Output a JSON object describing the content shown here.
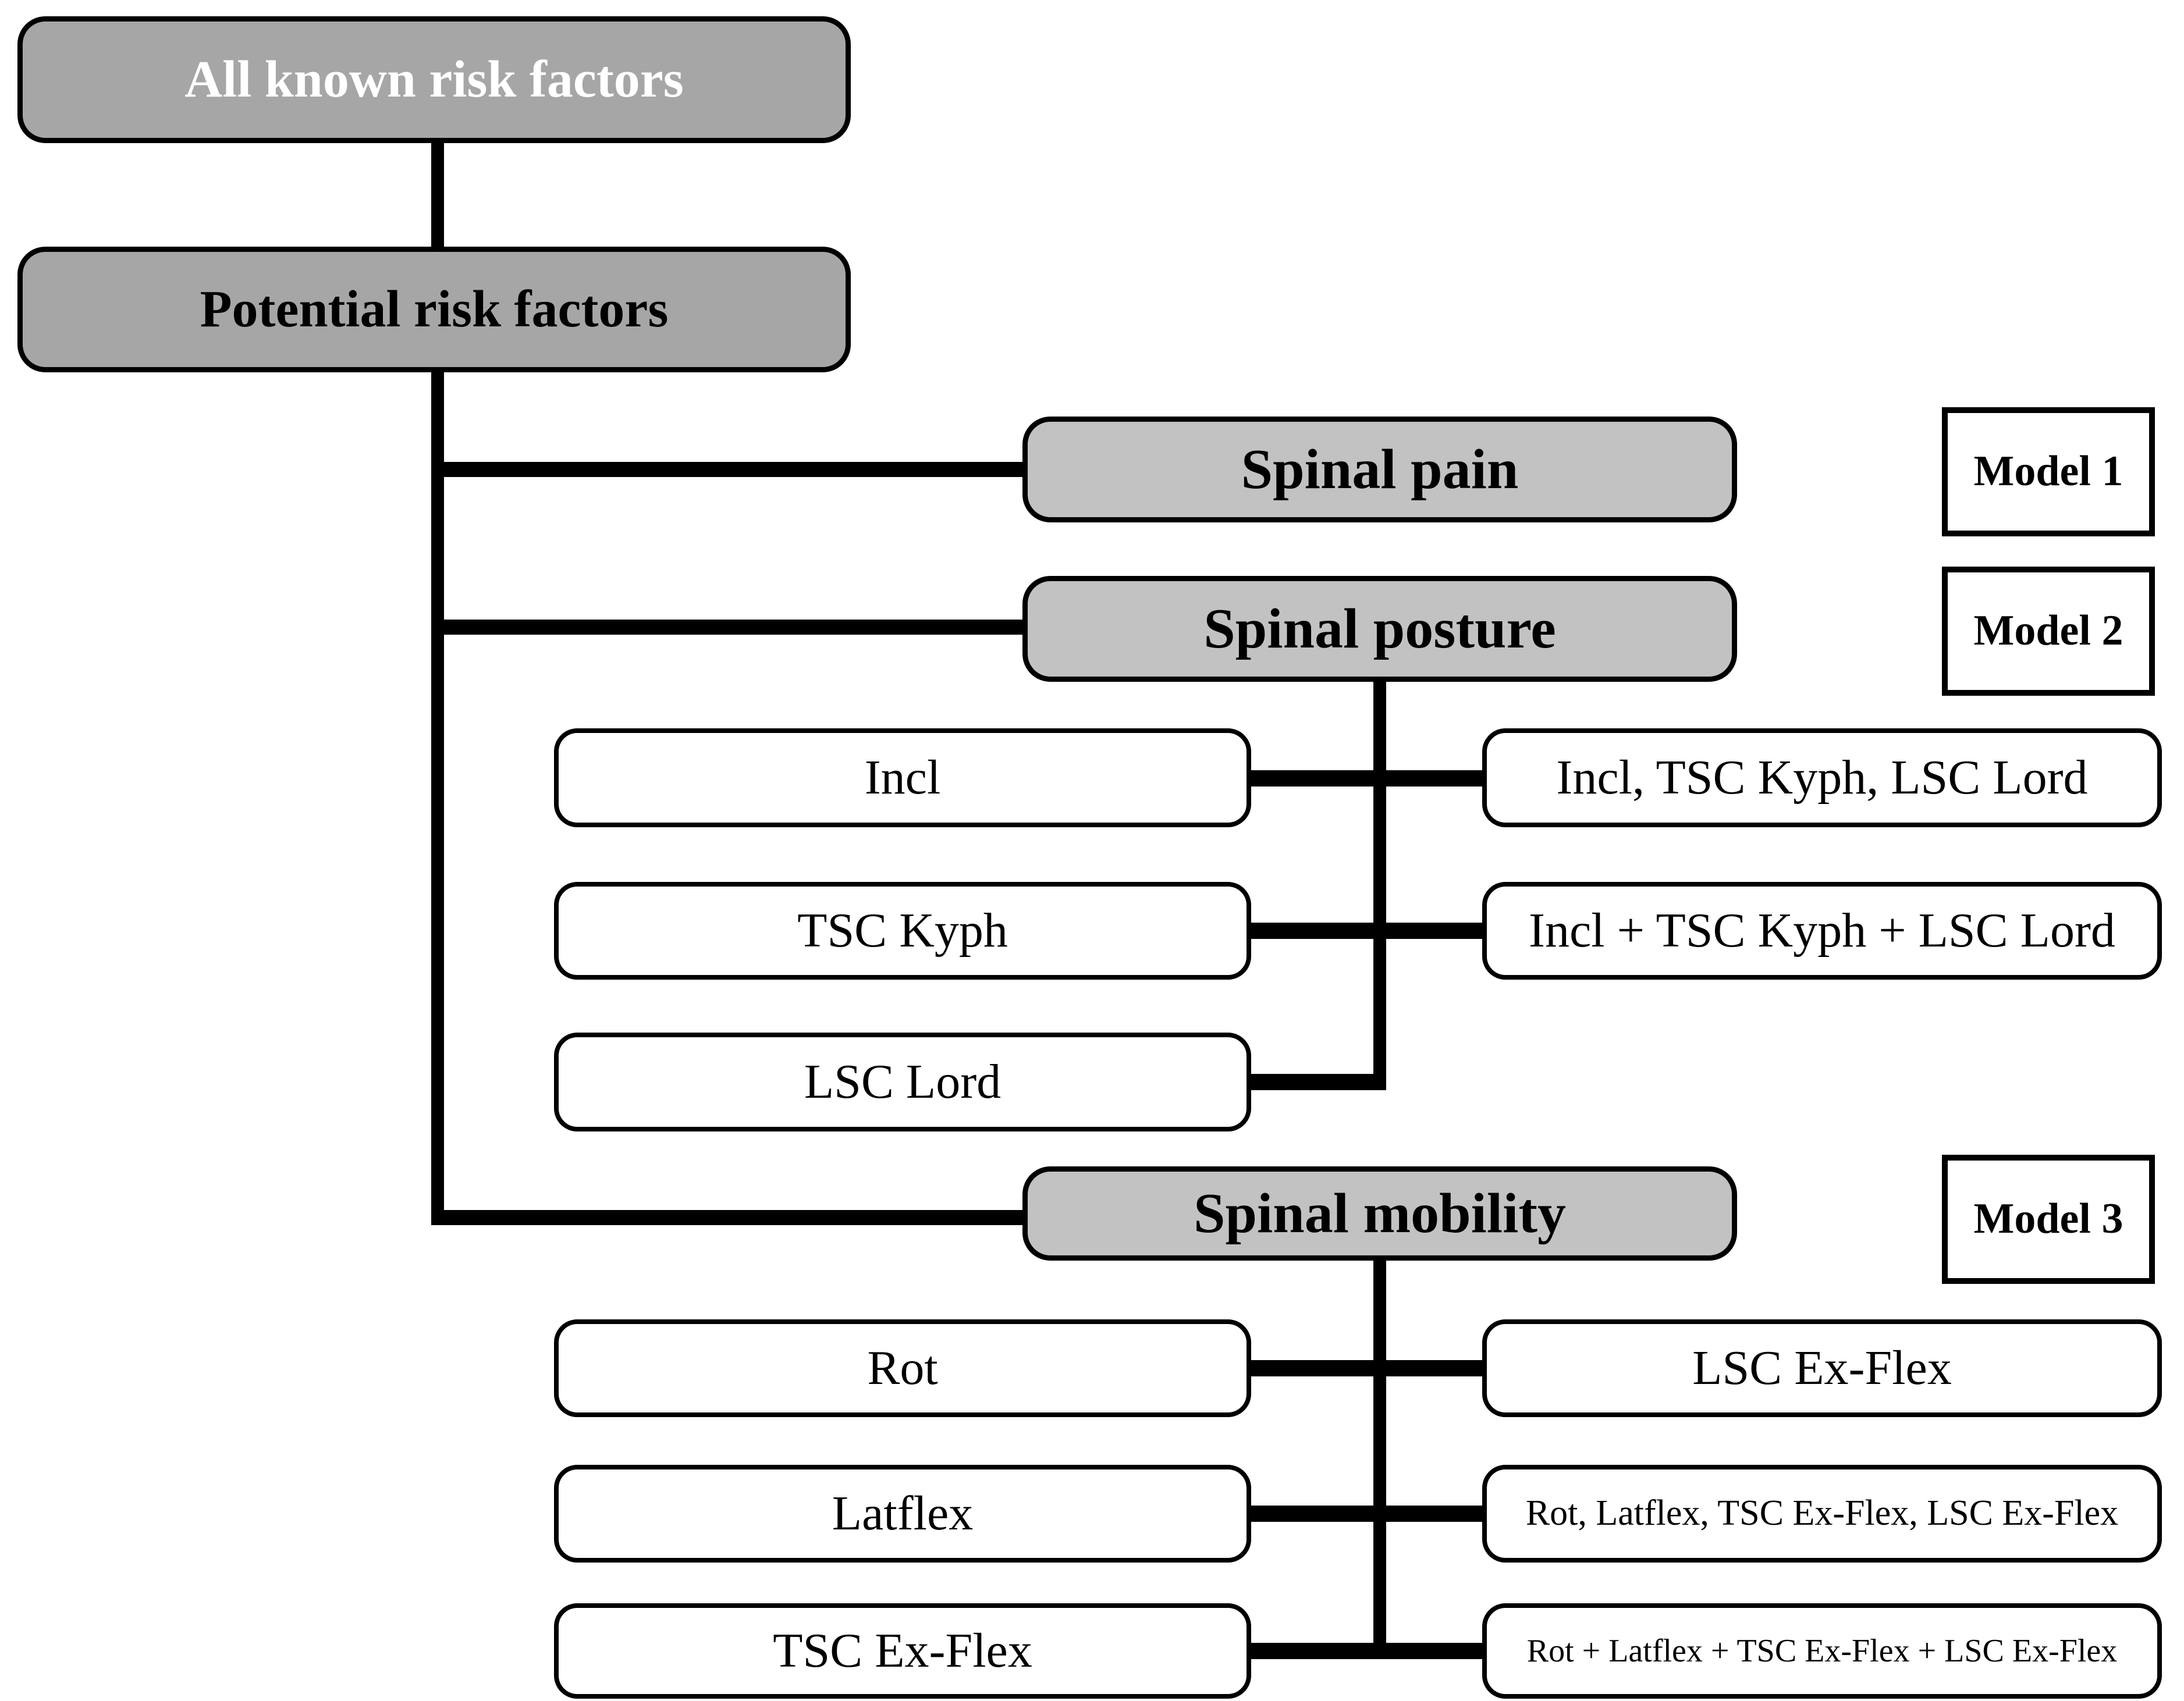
{
  "nodes": {
    "all_known": {
      "label": "All known risk factors"
    },
    "potential": {
      "label": "Potential risk factors"
    },
    "spinal_pain": {
      "label": "Spinal pain"
    },
    "model1": {
      "label": "Model 1"
    },
    "spinal_posture": {
      "label": "Spinal posture"
    },
    "model2": {
      "label": "Model 2"
    },
    "incl": {
      "label": "Incl"
    },
    "posture_set": {
      "label": "Incl, TSC Kyph, LSC Lord"
    },
    "tsc_kyph": {
      "label": "TSC Kyph"
    },
    "posture_sum": {
      "label": "Incl + TSC Kyph + LSC Lord"
    },
    "lsc_lord": {
      "label": "LSC Lord"
    },
    "spinal_mobility": {
      "label": "Spinal mobility"
    },
    "model3": {
      "label": "Model 3"
    },
    "rot": {
      "label": "Rot"
    },
    "lsc_exflex": {
      "label": "LSC Ex-Flex"
    },
    "latflex": {
      "label": "Latflex"
    },
    "mobility_set": {
      "label": "Rot, Latflex, TSC Ex-Flex, LSC Ex-Flex"
    },
    "tsc_exflex": {
      "label": "TSC Ex-Flex"
    },
    "mobility_sum": {
      "label": "Rot + Latflex + TSC Ex-Flex + LSC Ex-Flex"
    }
  },
  "colors": {
    "header_fill": "#a6a6a6",
    "branch_fill": "#c2c2c2",
    "box_fill": "#ffffff",
    "line": "#000000",
    "header_text": "#ffffff",
    "text": "#000000"
  }
}
